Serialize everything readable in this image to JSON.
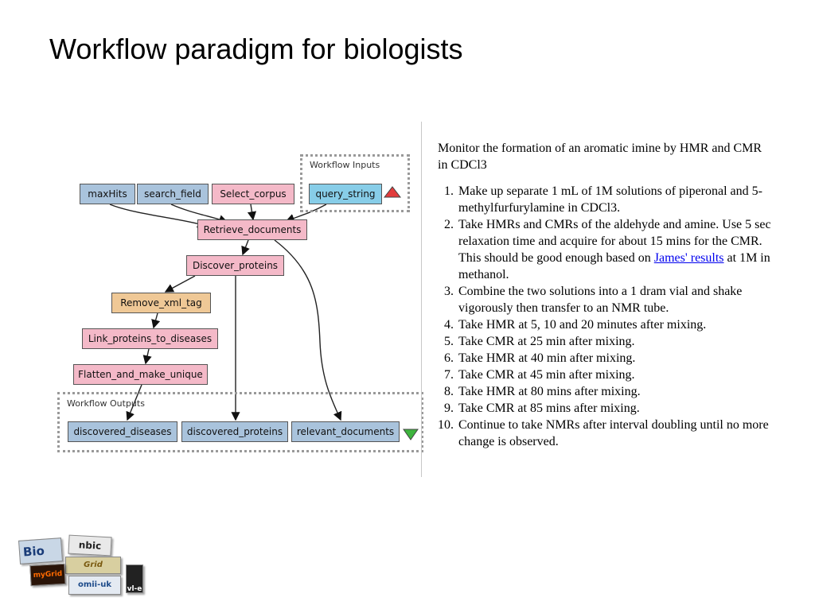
{
  "slide": {
    "title": "Workflow paradigm for biologists"
  },
  "workflow": {
    "inputs_title": "Workflow Inputs",
    "outputs_title": "Workflow Outputs",
    "nodes": {
      "maxHits": "maxHits",
      "search_field": "search_field",
      "select_corpus": "Select_corpus",
      "query_string": "query_string",
      "retrieve_documents": "Retrieve_documents",
      "discover_proteins": "Discover_proteins",
      "remove_xml_tag": "Remove_xml_tag",
      "link_proteins": "Link_proteins_to_diseases",
      "flatten": "Flatten_and_make_unique",
      "discovered_diseases": "discovered_diseases",
      "discovered_proteins": "discovered_proteins",
      "relevant_documents": "relevant_documents"
    },
    "colors": {
      "input": "#a9c3dc",
      "query": "#87cde8",
      "process": "#f4b9c8",
      "shim": "#efc896",
      "up_triangle": "#e23b3b",
      "down_triangle": "#3db43d"
    }
  },
  "protocol": {
    "intro": "Monitor the formation of an aromatic imine by HMR and CMR in CDCl3",
    "steps": [
      {
        "num": "1.",
        "text": "Make up separate 1 mL of 1M solutions of piperonal and 5-methylfurfurylamine in CDCl3."
      },
      {
        "num": "2.",
        "text_before": "Take HMRs and CMRs of the aldehyde and amine. Use 5 sec relaxation time and acquire for about 15 mins for the CMR. This should be good enough based on ",
        "link": "James' results",
        "text_after": " at 1M in methanol."
      },
      {
        "num": "3.",
        "text": "Combine the two solutions into a 1 dram vial and shake vigorously then transfer to an NMR tube."
      },
      {
        "num": "4.",
        "text": "Take HMR at 5, 10 and 20 minutes after mixing."
      },
      {
        "num": "5.",
        "text": "Take CMR at 25 min after mixing."
      },
      {
        "num": "6.",
        "text": "Take HMR at 40 min after mixing."
      },
      {
        "num": "7.",
        "text": "Take CMR at 45 min after mixing."
      },
      {
        "num": "8.",
        "text": "Take HMR at 80 mins after mixing."
      },
      {
        "num": "9.",
        "text": "Take CMR at 85 mins after mixing."
      },
      {
        "num": "10.",
        "text": "Continue to take NMRs after interval doubling until no more change is observed."
      }
    ]
  },
  "logos": {
    "bio": "Bio",
    "nbic": "nbic",
    "grid": "Grid",
    "omii": "omii-uk",
    "vle": "vl-e",
    "mygrid": "myGrid"
  }
}
